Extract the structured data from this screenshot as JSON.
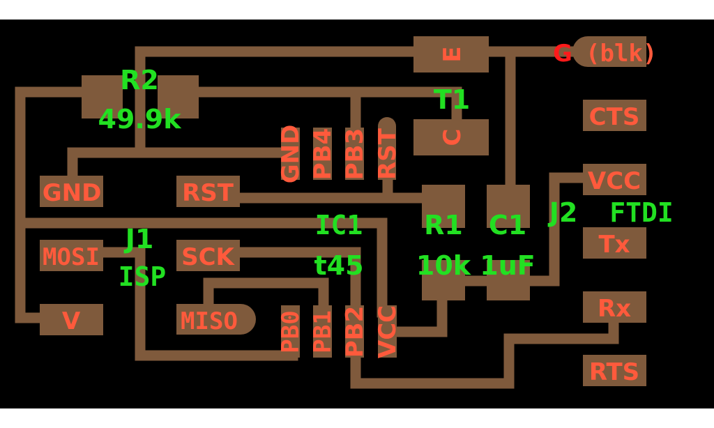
{
  "board": {
    "title": "FTDI / ISP PCB layout",
    "colors": {
      "background": "#000000",
      "copper": "#7f5a3c",
      "pad_label": "#ff5a3c",
      "component_label": "#22e022",
      "ground_label": "#ff1a1a"
    }
  },
  "components": {
    "R2": {
      "ref": "R2",
      "value": "49.9k"
    },
    "T1": {
      "ref": "T1",
      "pins": {
        "E": "E",
        "C": "C"
      }
    },
    "IC1": {
      "ref": "IC1",
      "value": "t45",
      "top_pins": [
        "GND",
        "PB4",
        "PB3",
        "RST"
      ],
      "bottom_pins": [
        "PB0",
        "PB1",
        "PB2",
        "VCC"
      ]
    },
    "R1": {
      "ref": "R1",
      "value": "10k"
    },
    "C1": {
      "ref": "C1",
      "value": "1uF"
    },
    "J1": {
      "ref": "J1",
      "value": "ISP",
      "pins": {
        "gnd": "GND",
        "rst": "RST",
        "mosi": "MOSI",
        "sck": "SCK",
        "v": "V",
        "miso": "MISO"
      }
    },
    "J2": {
      "ref": "J2",
      "value": "FTDI",
      "pins": {
        "g": "G",
        "g_suffix": "(blk)",
        "cts": "CTS",
        "vcc": "VCC",
        "tx": "Tx",
        "rx": "Rx",
        "rts": "RTS"
      }
    }
  }
}
